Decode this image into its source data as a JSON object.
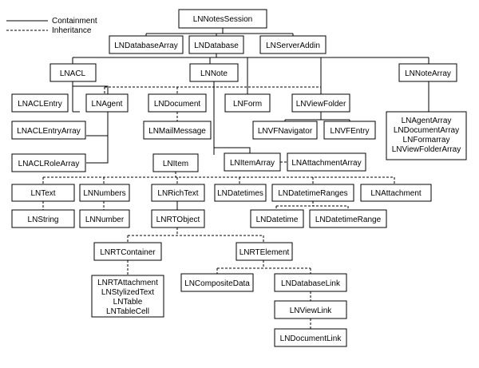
{
  "legend": {
    "containment": "Containment",
    "inheritance": "Inheritance"
  },
  "nodes": {
    "session": "LNNotesSession",
    "database_array": "LNDatabaseArray",
    "database": "LNDatabase",
    "server_addin": "LNServerAddin",
    "acl": "LNACL",
    "note": "LNNote",
    "note_array": "LNNoteArray",
    "acl_entry": "LNACLEntry",
    "agent": "LNAgent",
    "document": "LNDocument",
    "form": "LNForm",
    "view_folder": "LNViewFolder",
    "note_array_subtypes": [
      "LNAgentArray",
      "LNDocumentArray",
      "LNFormarray",
      "LNViewFolderArray"
    ],
    "acl_entry_array": "LNACLEntryArray",
    "mail_message": "LNMailMessage",
    "vf_navigator": "LNVFNavigator",
    "vf_entry": "LNVFEntry",
    "acl_role_array": "LNACLRoleArray",
    "item": "LNItem",
    "item_array": "LNItemArray",
    "attachment_array": "LNAttachmentArray",
    "text": "LNText",
    "numbers": "LNNumbers",
    "rich_text": "LNRichText",
    "datetimes": "LNDatetimes",
    "datetime_ranges": "LNDatetimeRanges",
    "attachment": "LNAttachment",
    "string": "LNString",
    "number": "LNNumber",
    "rt_object": "LNRTObject",
    "datetime": "LNDatetime",
    "datetime_range": "LNDatetimeRange",
    "rt_container": "LNRTContainer",
    "rt_element": "LNRTElement",
    "rt_container_subtypes": [
      "LNRTAttachment",
      "LNStylizedText",
      "LNTable",
      "LNTableCell"
    ],
    "composite_data": "LNCompositeData",
    "database_link": "LNDatabaseLink",
    "view_link": "LNViewLink",
    "document_link": "LNDocumentLink"
  }
}
